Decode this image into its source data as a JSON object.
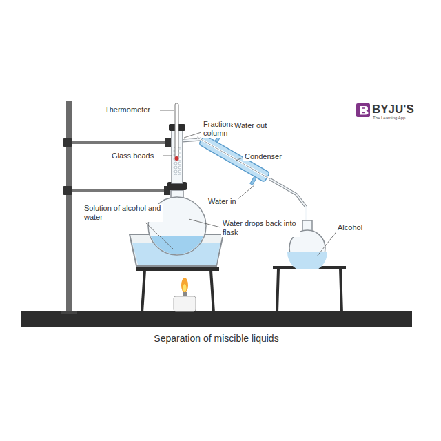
{
  "diagram": {
    "caption": "Separation of miscible liquids",
    "labels": [
      "Thermometer",
      "Fractionating column",
      "Glass beads",
      "Water out",
      "Condenser",
      "Water in",
      "Solution of alcohol and water",
      "Water drops back into flask",
      "Alcohol",
      "BYJU'S",
      "The Learning App"
    ]
  }
}
